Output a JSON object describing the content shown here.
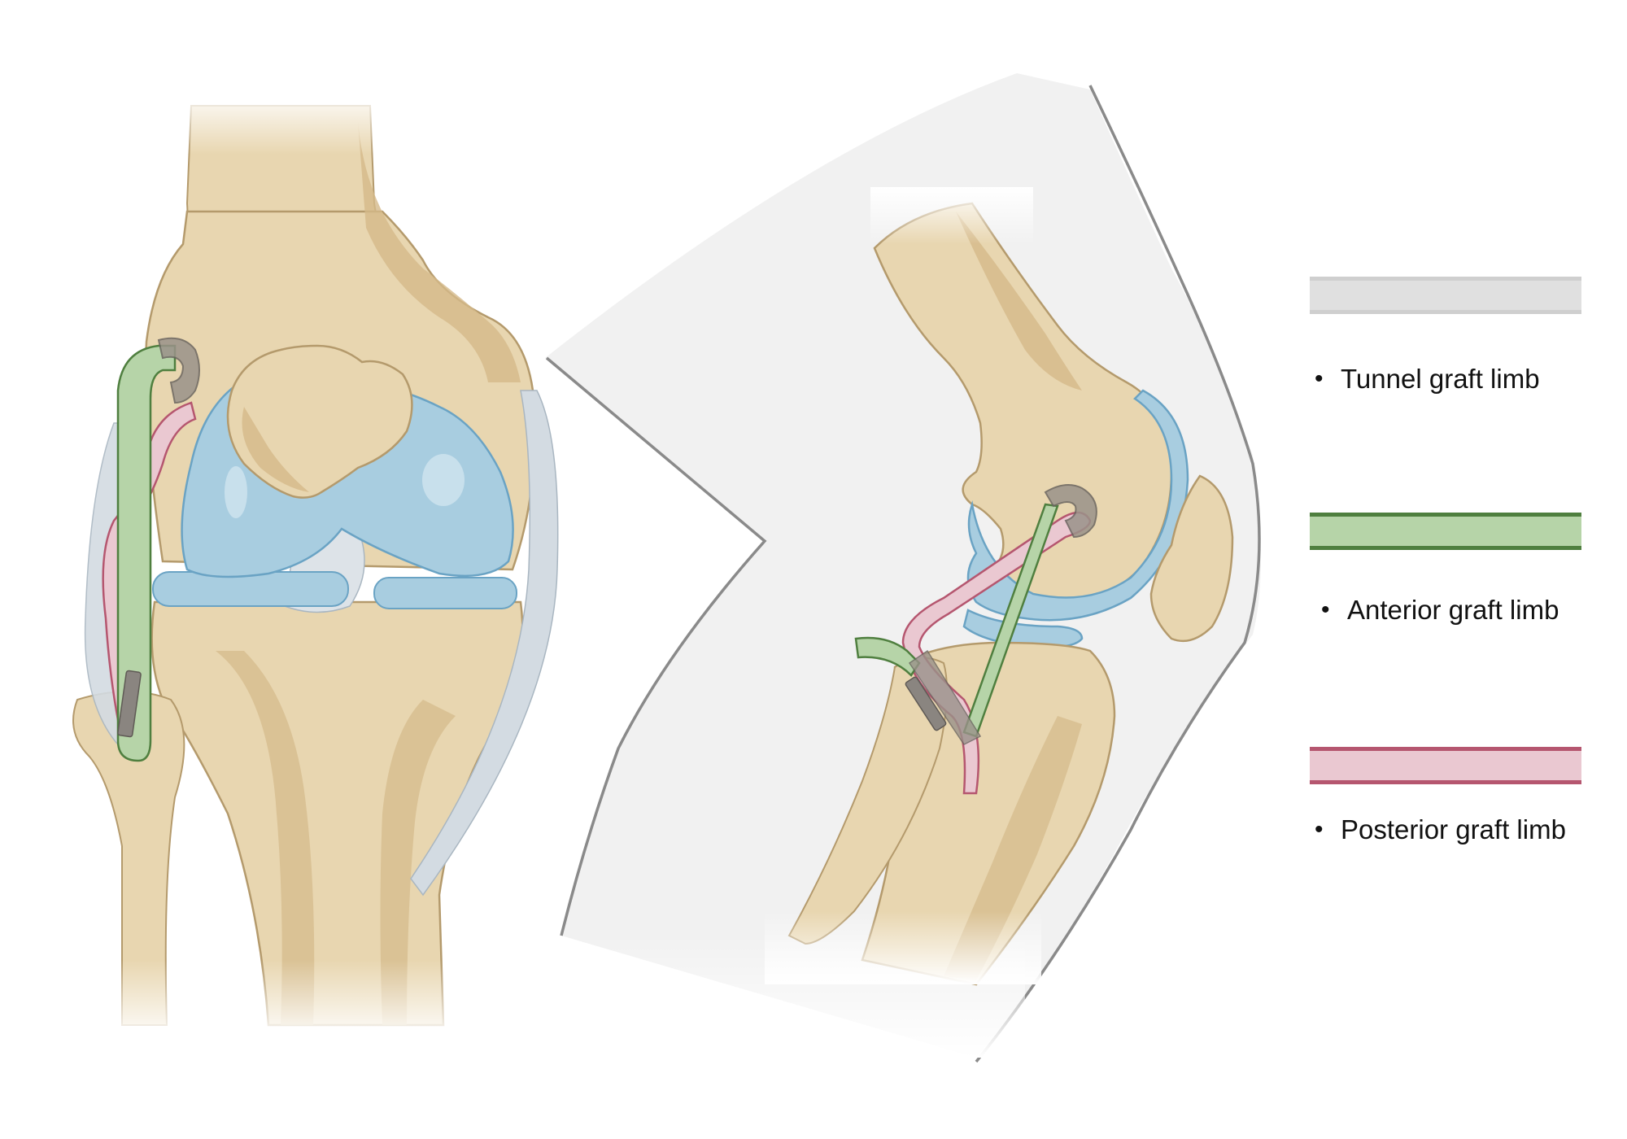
{
  "legend": {
    "items": [
      {
        "label": "Tunnel graft limb",
        "fill": "#e0e0e0",
        "stroke": "#cfcfcf"
      },
      {
        "label": "Anterior graft limb",
        "fill": "#b6d4a8",
        "stroke": "#4f7f3f"
      },
      {
        "label": "Posterior graft limb",
        "fill": "#eac8d1",
        "stroke": "#b5566f"
      }
    ],
    "bullet": "•"
  },
  "colors": {
    "bone": "#e8d6b0",
    "bone_shadow": "#d4b98a",
    "bone_outline": "#b49a6c",
    "meniscus": "#a8cde0",
    "meniscus_outline": "#6aa3c4",
    "ligament": "#d3dbe2",
    "skin_shadow": "#f1f1f1",
    "skin_outline": "#8a8a8a"
  }
}
